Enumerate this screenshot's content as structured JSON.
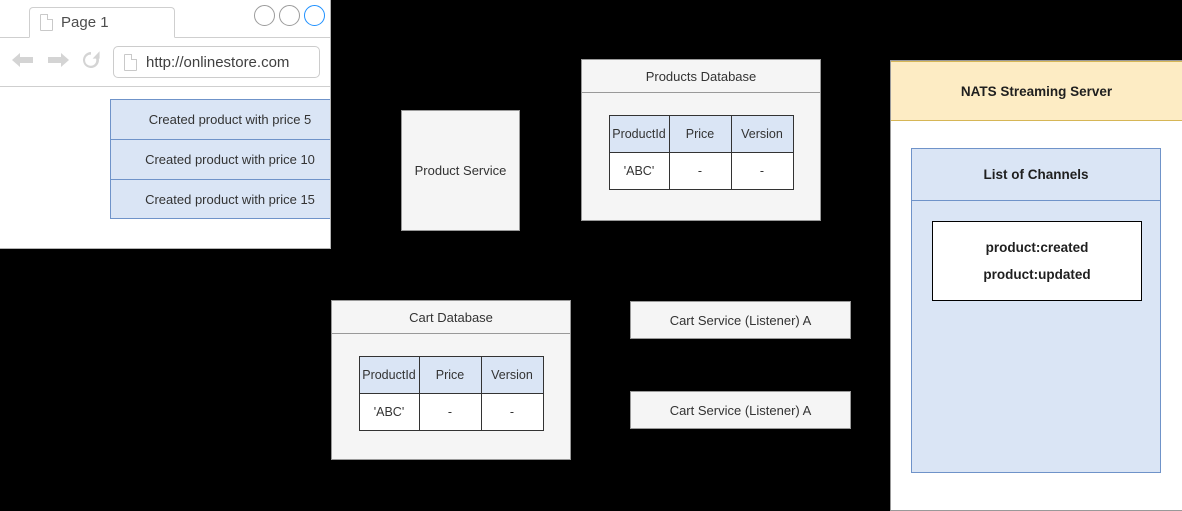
{
  "browser": {
    "tab": {
      "label": "Page 1",
      "icon": "page-icon"
    },
    "window_buttons": [
      {
        "name": "minimize-circle",
        "color": "#9b9b9b",
        "active": false
      },
      {
        "name": "maximize-circle",
        "color": "#9b9b9b",
        "active": false
      },
      {
        "name": "close-circle",
        "color": "#1e90ff",
        "active": true
      }
    ],
    "toolbar": {
      "back_icon": "back-arrow-icon",
      "forward_icon": "forward-arrow-icon",
      "reload_icon": "reload-icon",
      "url_icon": "page-icon",
      "url": "http://onlinestore.com"
    },
    "events": [
      "Created product with price 5",
      "Created product with price 10",
      "Created product with price 15"
    ]
  },
  "product_service": {
    "label": "Product Service"
  },
  "products_database": {
    "title": "Products Database",
    "columns": [
      "ProductId",
      "Price",
      "Version"
    ],
    "rows": [
      [
        "'ABC'",
        "-",
        "-"
      ]
    ]
  },
  "cart_database": {
    "title": "Cart Database",
    "columns": [
      "ProductId",
      "Price",
      "Version"
    ],
    "rows": [
      [
        "'ABC'",
        "-",
        "-"
      ]
    ]
  },
  "cart_services": [
    {
      "label": "Cart Service (Listener) A"
    },
    {
      "label": "Cart Service (Listener) A"
    }
  ],
  "nats": {
    "title": "NATS Streaming Server",
    "channels_title": "List of Channels",
    "channels": [
      "product:created",
      "product:updated"
    ]
  },
  "colors": {
    "background": "#000000",
    "panel_fill": "#f5f5f5",
    "panel_border": "#999999",
    "blue_fill": "#dae5f5",
    "blue_border": "#6f93c9",
    "yellow_fill": "#fdecc4",
    "yellow_border": "#d6b656",
    "accent_blue": "#1e90ff"
  }
}
